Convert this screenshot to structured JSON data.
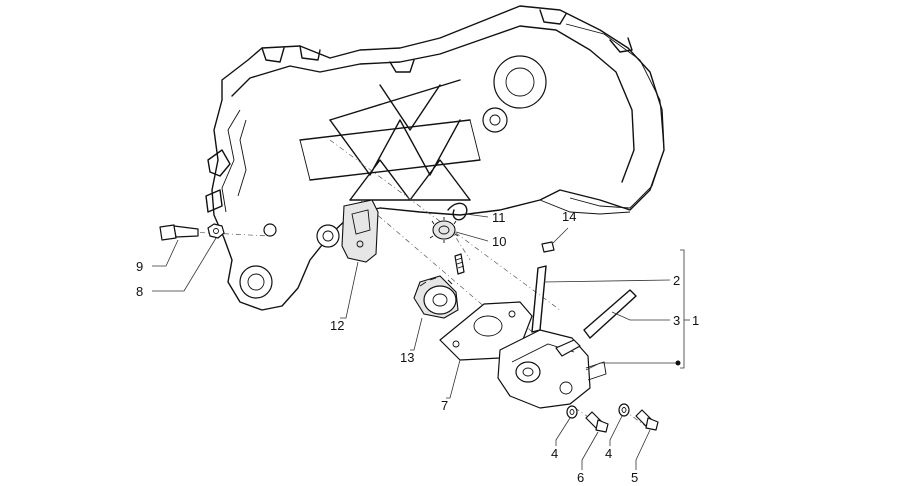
{
  "callouts": [
    {
      "id": "c1",
      "text": "1"
    },
    {
      "id": "c2",
      "text": "2"
    },
    {
      "id": "c3",
      "text": "3"
    },
    {
      "id": "c4a",
      "text": "4"
    },
    {
      "id": "c4b",
      "text": "4"
    },
    {
      "id": "c5",
      "text": "5"
    },
    {
      "id": "c6",
      "text": "6"
    },
    {
      "id": "c7",
      "text": "7"
    },
    {
      "id": "c8",
      "text": "8"
    },
    {
      "id": "c9",
      "text": "9"
    },
    {
      "id": "c10",
      "text": "10"
    },
    {
      "id": "c11",
      "text": "11"
    },
    {
      "id": "c12",
      "text": "12"
    },
    {
      "id": "c13",
      "text": "13"
    },
    {
      "id": "c14",
      "text": "14"
    }
  ]
}
